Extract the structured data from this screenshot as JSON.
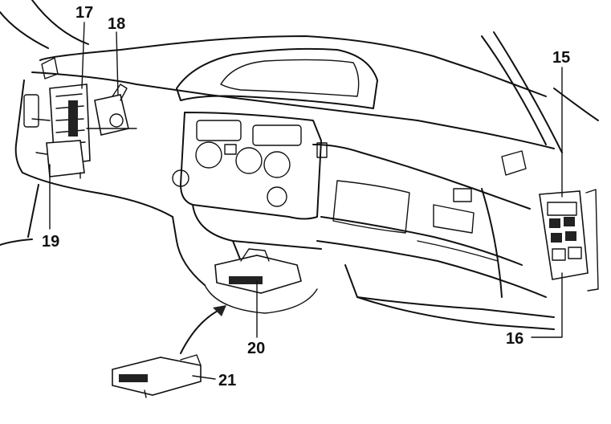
{
  "callouts": {
    "c15": "15",
    "c16": "16",
    "c17": "17",
    "c18": "18",
    "c19": "19",
    "c20": "20",
    "c21": "21"
  }
}
